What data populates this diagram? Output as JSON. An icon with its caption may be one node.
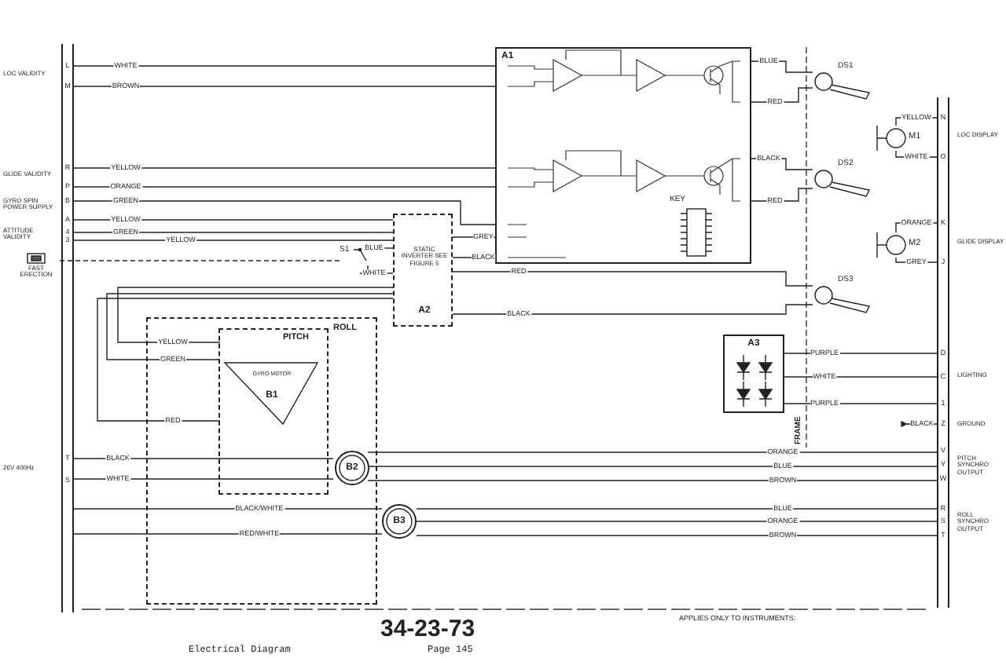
{
  "diagram": {
    "nodes": [
      {
        "text": [],
        "shape": "bar"
      },
      {
        "text": [
          "A1"
        ]
      },
      {
        "text": [
          "KEY"
        ],
        "in": 1
      },
      {
        "text": [
          "STATIC INVERTER SEE FIGURE 5",
          "A2"
        ]
      },
      {
        "text": [
          "S1"
        ]
      },
      {
        "text": [
          "FAST ERECTION"
        ]
      },
      {
        "text": [
          "DS1"
        ]
      },
      {
        "text": [
          "DS2"
        ]
      },
      {
        "text": [
          "DS3"
        ]
      },
      {
        "text": [
          "M1"
        ]
      },
      {
        "text": [
          "M2"
        ]
      },
      {
        "text": [],
        "shape": "bar"
      },
      {
        "text": [
          "A3"
        ]
      },
      {
        "text": [
          "ROLL"
        ]
      },
      {
        "text": [
          "PITCH"
        ],
        "in": 13
      },
      {
        "text": [
          "GYRO MOTOR",
          "B1"
        ],
        "in": 14
      },
      {
        "text": [
          "B2"
        ],
        "in": 13
      },
      {
        "text": [
          "B3"
        ]
      }
    ],
    "edges": [
      {
        "from": 0,
        "to": 1,
        "arrow": "none",
        "label": "WHITE"
      },
      {
        "from": 0,
        "to": 1,
        "arrow": "none",
        "label": "BROWN"
      },
      {
        "from": 0,
        "to": 1,
        "arrow": "none",
        "label": "YELLOW"
      },
      {
        "from": 0,
        "to": 1,
        "arrow": "none",
        "label": "ORANGE"
      },
      {
        "from": 0,
        "to": 1,
        "arrow": "none",
        "label": "GREEN"
      },
      {
        "from": 0,
        "to": 3,
        "arrow": "none",
        "label": "YELLOW"
      },
      {
        "from": 0,
        "to": 3,
        "arrow": "none",
        "label": "GREEN"
      },
      {
        "from": 0,
        "to": 3,
        "arrow": "none",
        "label": "YELLOW"
      },
      {
        "from": 5,
        "to": 4,
        "arrow": "none",
        "style": "dashed"
      },
      {
        "from": 4,
        "to": 3,
        "arrow": "none",
        "label": "BLUE"
      },
      {
        "from": 4,
        "to": 3,
        "arrow": "none",
        "label": "WHITE"
      },
      {
        "from": 3,
        "to": 1,
        "arrow": "none",
        "label": "GREY"
      },
      {
        "from": 3,
        "to": 1,
        "arrow": "to",
        "label": "BLACK"
      },
      {
        "from": 3,
        "to": 8,
        "arrow": "none",
        "label": "RED"
      },
      {
        "from": 3,
        "to": 8,
        "arrow": "none",
        "label": "BLACK"
      },
      {
        "from": 1,
        "to": 6,
        "arrow": "none",
        "label": "BLUE"
      },
      {
        "from": 1,
        "to": 6,
        "arrow": "none",
        "label": "RED"
      },
      {
        "from": 1,
        "to": 7,
        "arrow": "none",
        "label": "BLACK"
      },
      {
        "from": 1,
        "to": 7,
        "arrow": "none",
        "label": "RED"
      },
      {
        "from": 9,
        "to": 11,
        "arrow": "none",
        "label": "YELLOW"
      },
      {
        "from": 9,
        "to": 11,
        "arrow": "none",
        "label": "WHITE"
      },
      {
        "from": 10,
        "to": 11,
        "arrow": "none",
        "label": "ORANGE"
      },
      {
        "from": 10,
        "to": 11,
        "arrow": "none",
        "label": "GREY"
      },
      {
        "from": 12,
        "to": 11,
        "arrow": "none",
        "label": "PURPLE"
      },
      {
        "from": 12,
        "to": 11,
        "arrow": "none",
        "label": "WHITE"
      },
      {
        "from": 12,
        "to": 11,
        "arrow": "none",
        "label": "PURPLE"
      },
      {
        "from": 11,
        "to": null,
        "arrow": "to",
        "label": "BLACK"
      },
      {
        "from": 16,
        "to": 11,
        "arrow": "none",
        "label": "ORANGE"
      },
      {
        "from": 16,
        "to": 11,
        "arrow": "none",
        "label": "BLUE"
      },
      {
        "from": 16,
        "to": 11,
        "arrow": "none",
        "label": "BROWN"
      },
      {
        "from": 17,
        "to": 11,
        "arrow": "none",
        "label": "BLUE"
      },
      {
        "from": 17,
        "to": 11,
        "arrow": "none",
        "label": "ORANGE"
      },
      {
        "from": 17,
        "to": 11,
        "arrow": "none",
        "label": "BROWN"
      },
      {
        "from": 0,
        "to": 16,
        "arrow": "none",
        "label": "BLACK"
      },
      {
        "from": 0,
        "to": 16,
        "arrow": "none",
        "label": "WHITE"
      },
      {
        "from": 0,
        "to": 17,
        "arrow": "none",
        "label": "BLACK/WHITE"
      },
      {
        "from": 0,
        "to": 17,
        "arrow": "none",
        "label": "RED/WHITE"
      },
      {
        "from": 3,
        "to": 15,
        "arrow": "none",
        "label": "YELLOW"
      },
      {
        "from": 3,
        "to": 15,
        "arrow": "none",
        "label": "GREEN"
      },
      {
        "from": 3,
        "to": 15,
        "arrow": "none",
        "label": "RED"
      }
    ],
    "labels": [
      "LOC VALIDITY",
      "L",
      "M",
      "GLIDE VALIDITY",
      "R",
      "P",
      "GYRO SPIN POWER SUPPLY",
      "B",
      "A",
      "ATTITUDE VALIDITY",
      "4",
      "3",
      "26V 400Hz",
      "T",
      "S",
      "FRAME",
      "N",
      "LOC DISPLAY",
      "O",
      "K",
      "GLIDE DISPLAY",
      "J",
      "D",
      "C",
      "1",
      "LIGHTING",
      "Z",
      "GROUND",
      "V",
      "Y",
      "W",
      "PITCH SYNCHRO OUTPUT",
      "R",
      "S",
      "T",
      "ROLL SYNCHRO OUTPUT",
      "34-23-73",
      "Electrical Diagram",
      "Page 145",
      "APPLIES ONLY TO INSTRUMENTS:"
    ]
  }
}
